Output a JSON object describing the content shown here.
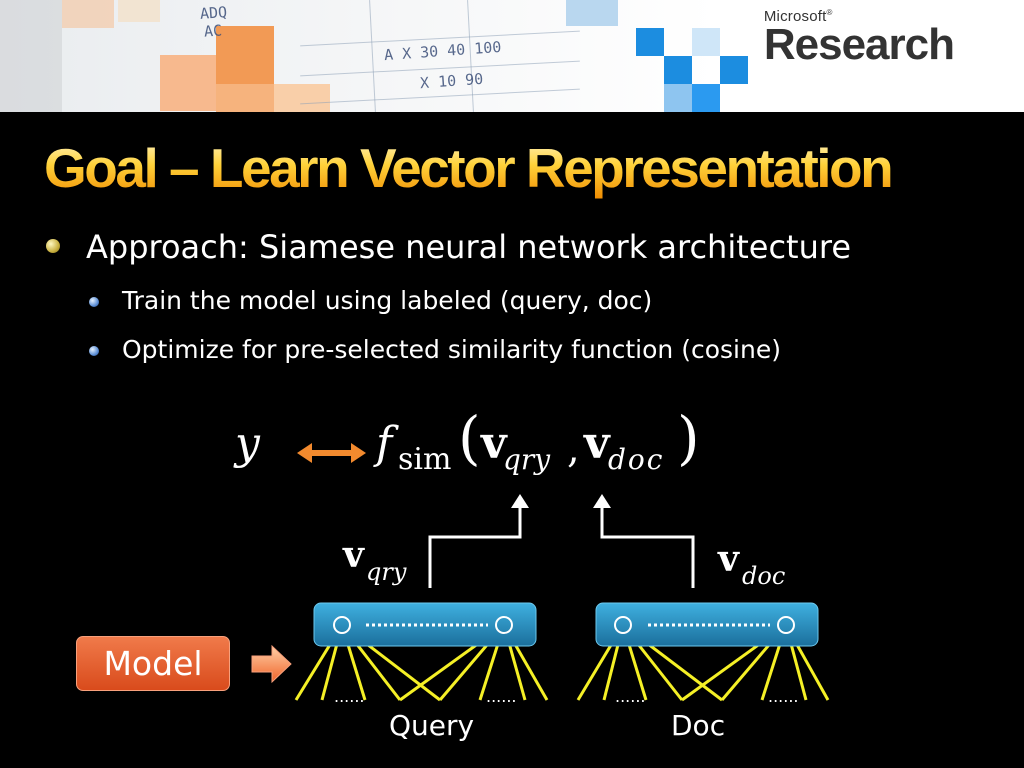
{
  "header": {
    "brand_small": "Microsoft",
    "brand_trademark": "®",
    "brand_big": "Research",
    "scribble_lines": [
      "ADQ",
      "AC",
      "A  X  30  40  100",
      "X  10  90"
    ]
  },
  "slide": {
    "title": "Goal – Learn Vector Representation",
    "bullet_main": "Approach: Siamese neural network architecture",
    "sub_bullets": [
      "Train the model using labeled (query, doc)",
      "Optimize for pre-selected similarity function (cosine)"
    ]
  },
  "formula": {
    "y": "y",
    "f": "f",
    "sim": "sim",
    "paren_left": "(",
    "v": "v",
    "qry": "qry",
    "comma": ",",
    "doc": "doc",
    "paren_right": ")"
  },
  "diagram": {
    "model_label": "Model",
    "query_label": "Query",
    "doc_label": "Doc",
    "vec_qry_v": "v",
    "vec_qry_sub": "qry",
    "vec_doc_v": "v",
    "vec_doc_sub": "doc",
    "ellipsis": "......"
  },
  "colors": {
    "title_gradient_top": "#fff6cc",
    "title_gradient_bottom": "#f08a00",
    "arrow_orange": "#f28a2e",
    "layer_blue": "#2a95c7",
    "connection_yellow": "#f5f026",
    "model_box": "#e05a28"
  }
}
